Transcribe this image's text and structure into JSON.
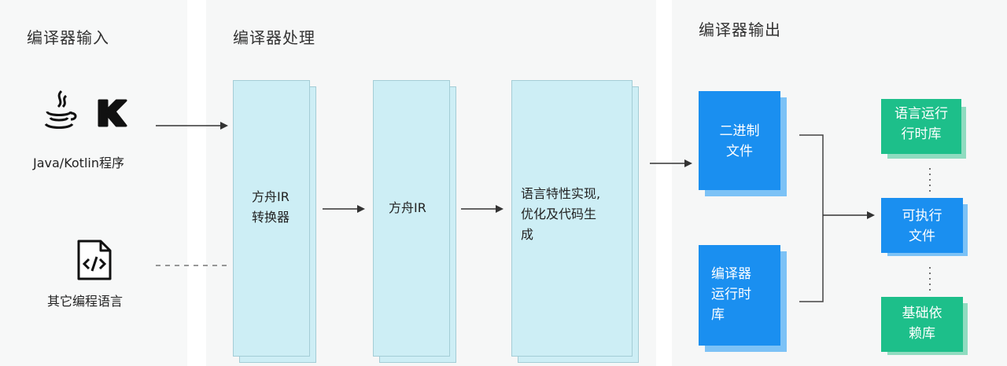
{
  "headings": {
    "input": "编译器输入",
    "process": "编译器处理",
    "output": "编译器输出"
  },
  "input": {
    "java_kotlin_label": "Java/Kotlin程序",
    "other_label": "其它编程语言"
  },
  "process": {
    "ir_converter": [
      "方舟IR",
      "转换器"
    ],
    "ir": "方舟IR",
    "optimize": [
      "语言特性实现,",
      "优化及代码生",
      "成"
    ]
  },
  "output": {
    "binary": [
      "二进制",
      "文件"
    ],
    "compiler_runtime": [
      "编译器",
      "运行时",
      "库"
    ],
    "lang_runtime": [
      "语言运行",
      "行时库"
    ],
    "executable": [
      "可执行",
      "文件"
    ],
    "base_lib": [
      "基础依",
      "赖库"
    ]
  },
  "colors": {
    "block_fill": "#cdeef5",
    "blue": "#1a8ff0",
    "green": "#1dbf8a"
  }
}
